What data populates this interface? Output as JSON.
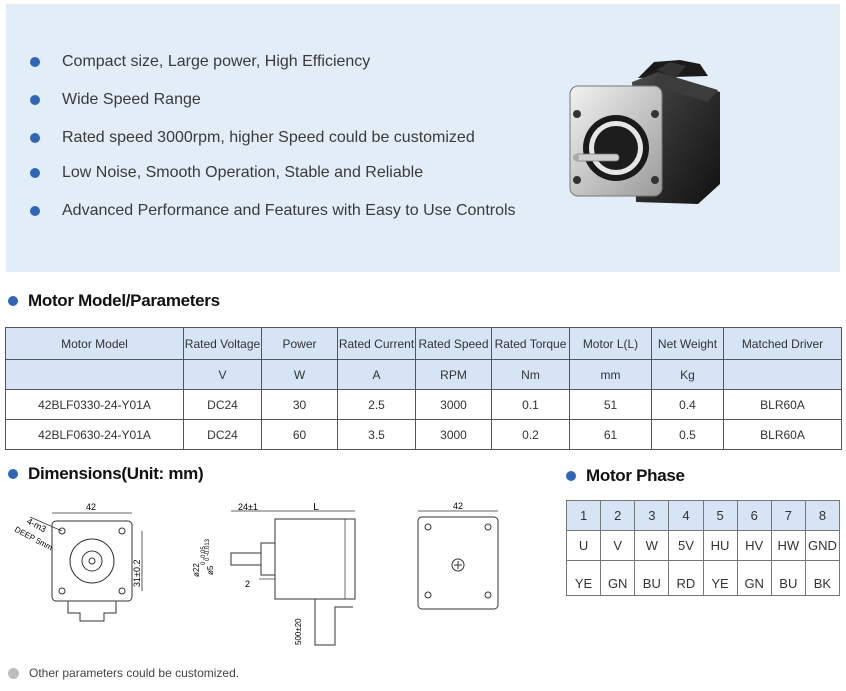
{
  "features": [
    "Compact size, Large power, High Efficiency",
    "Wide Speed Range",
    "Rated speed 3000rpm, higher Speed could be customized",
    "Low Noise, Smooth Operation, Stable and Reliable",
    "Advanced Performance and Features with Easy to Use Controls"
  ],
  "sections": {
    "model_title": "Motor Model/Parameters",
    "dimensions_title": "Dimensions(Unit: mm)",
    "phase_title": "Motor Phase"
  },
  "params_table": {
    "headers": [
      "Motor Model",
      "Rated Voltage",
      "Power",
      "Rated Current",
      "Rated Speed",
      "Rated Torque",
      "Motor L(L)",
      "Net Weight",
      "Matched Driver"
    ],
    "units": [
      "",
      "V",
      "W",
      "A",
      "RPM",
      "Nm",
      "mm",
      "Kg",
      ""
    ],
    "rows": [
      [
        "42BLF0330-24-Y01A",
        "DC24",
        "30",
        "2.5",
        "3000",
        "0.1",
        "51",
        "0.4",
        "BLR60A"
      ],
      [
        "42BLF0630-24-Y01A",
        "DC24",
        "60",
        "3.5",
        "3000",
        "0.2",
        "61",
        "0.5",
        "BLR60A"
      ]
    ]
  },
  "phase_table": {
    "numbers": [
      "1",
      "2",
      "3",
      "4",
      "5",
      "6",
      "7",
      "8"
    ],
    "signals": [
      "U",
      "V",
      "W",
      "5V",
      "HU",
      "HV",
      "HW",
      "GND"
    ],
    "colors": [
      "YE",
      "GN",
      "BU",
      "RD",
      "YE",
      "GN",
      "BU",
      "BK"
    ]
  },
  "dimensions": {
    "front_width": "42",
    "mount_holes": "4-m3",
    "depth": "DEEP 5mm",
    "bolt_spacing": "31±0.2",
    "shaft_len": "24±1",
    "body_len": "L",
    "step": "2",
    "shaft_dia": "ø5",
    "shaft_tol": "0 -0.013",
    "pilot_dia": "ø22",
    "pilot_tol": "0 -0.05",
    "lead_len": "500±20",
    "rear_width": "42"
  },
  "footer_note": "Other parameters could be customized.",
  "colors": {
    "accent": "#2f66b6",
    "banner_bg": "#e3edf8",
    "table_header": "#d6e4f6"
  }
}
